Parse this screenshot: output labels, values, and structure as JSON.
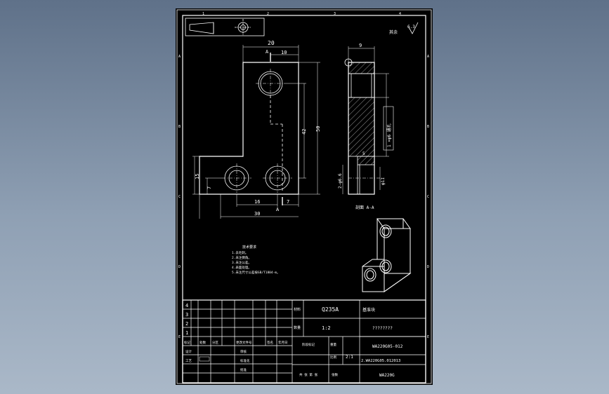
{
  "drawing": {
    "roughness": "6.3",
    "other_note": "其余",
    "dims_front": {
      "d20": "20",
      "d10": "10",
      "d42": "42",
      "d50": "50",
      "d15": "15",
      "d7": "7",
      "d16": "16",
      "d7b": "7",
      "d30": "30",
      "a_top": "A",
      "a_bottom": "A"
    },
    "dims_side": {
      "d9": "9",
      "d5": "5",
      "hole_dim": "2-φ6.6",
      "dia11": "φ11",
      "callout": "1 ×φ6 通孔"
    },
    "section_label": "剖面 A-A",
    "tech_req_title": "技术要求",
    "tech_req_lines": [
      "1.去毛刺。",
      "2.未注倒角。",
      "3.未注公差。",
      "4.表面处理。",
      "5.未注尺寸公差按GB/T1804-m。"
    ],
    "zones_top": [
      "1",
      "2",
      "3",
      "4"
    ],
    "zones_left": [
      "A",
      "B",
      "C",
      "D",
      "E"
    ],
    "zones_right": [
      "A",
      "B",
      "C",
      "D",
      "E"
    ]
  },
  "title_block": {
    "rev_rows": [
      "4",
      "3",
      "2",
      "1"
    ],
    "material_label": "材料",
    "material": "Q235A",
    "qty_label": "数量",
    "qty": "1:2",
    "title": "基准块",
    "title_sub": "????????",
    "code1": "WA220G05-012",
    "code2": "2.WA220G05.012013",
    "code3": "WA220G",
    "scale_label": "比例",
    "scale": "2:1",
    "stage_label": "阶段标记",
    "weight_label": "重量",
    "sheet_label": "共 张 第 张",
    "count_label": "张数",
    "h1": [
      "标记",
      "处数",
      "分区",
      "更改文件号",
      "签名",
      "年月日"
    ],
    "roles": [
      "设计",
      "审核",
      "工艺",
      "标准化",
      "批准"
    ]
  },
  "colors": {
    "line": "#ffffff",
    "sheet_bg": "#000000",
    "desktop_top": "#5f7189",
    "desktop_bottom": "#aab8c8"
  }
}
